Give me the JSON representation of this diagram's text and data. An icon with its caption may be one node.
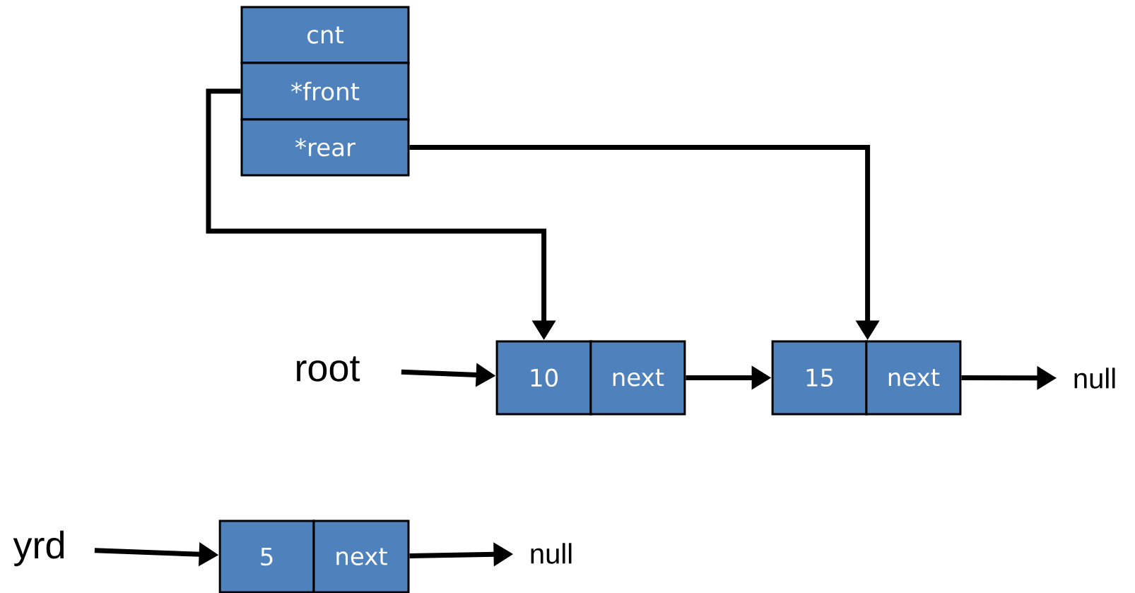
{
  "diagram": {
    "nodes": [
      {
        "text": [
          "cnt"
        ]
      },
      {
        "text": [
          "*front"
        ]
      },
      {
        "text": [
          "*rear"
        ]
      },
      {
        "text": [
          "root"
        ]
      },
      {
        "text": [
          "10"
        ]
      },
      {
        "text": [
          "next"
        ]
      },
      {
        "text": [
          "15"
        ]
      },
      {
        "text": [
          "next"
        ]
      },
      {
        "text": [
          "null"
        ]
      },
      {
        "text": [
          "yrd"
        ]
      },
      {
        "text": [
          "5"
        ]
      },
      {
        "text": [
          "next"
        ]
      },
      {
        "text": [
          "null"
        ]
      }
    ],
    "edges": [
      {
        "from": 1,
        "to": 4,
        "arrow": "to"
      },
      {
        "from": 2,
        "to": 6,
        "arrow": "to"
      },
      {
        "from": 3,
        "to": 4,
        "arrow": "to"
      },
      {
        "from": 5,
        "to": 6,
        "arrow": "to"
      },
      {
        "from": 7,
        "to": 8,
        "arrow": "to"
      },
      {
        "from": 9,
        "to": 10,
        "arrow": "to"
      },
      {
        "from": 11,
        "to": 12,
        "arrow": "to"
      }
    ]
  }
}
